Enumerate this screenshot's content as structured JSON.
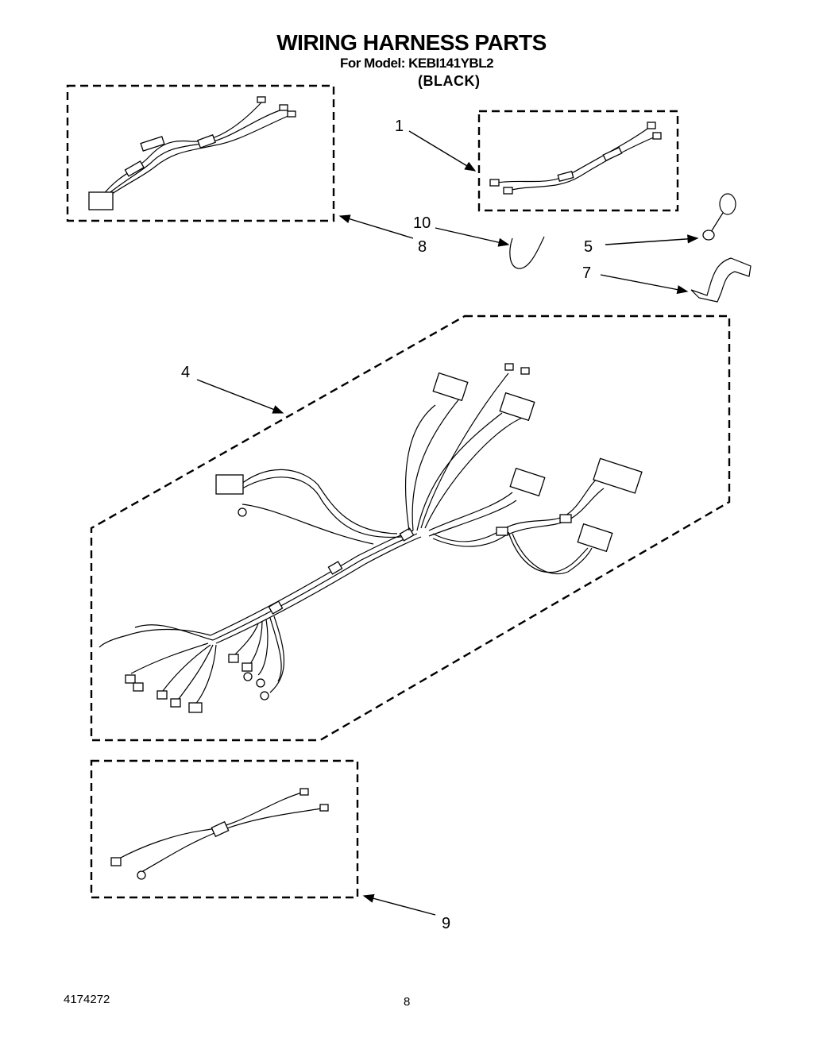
{
  "header": {
    "title": "WIRING HARNESS PARTS",
    "model_line": "For Model: KEBI141YBL2",
    "color_line": "(BLACK)"
  },
  "callouts": {
    "c1": "1",
    "c4": "4",
    "c5": "5",
    "c7": "7",
    "c8": "8",
    "c9": "9",
    "c10": "10"
  },
  "footer": {
    "doc_number": "4174272",
    "page_number": "8"
  }
}
